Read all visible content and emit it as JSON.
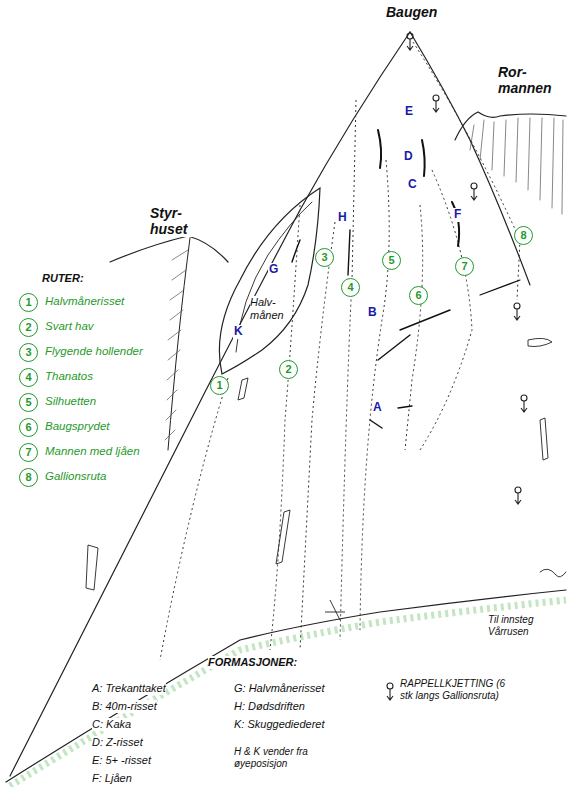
{
  "diagram": {
    "nodes": [
      {
        "text": [
          "8"
        ]
      },
      {
        "text": [
          "3"
        ]
      },
      {
        "text": [
          "5"
        ]
      },
      {
        "text": [
          "7"
        ]
      },
      {
        "text": [
          "4"
        ]
      },
      {
        "text": [
          "6"
        ]
      },
      {
        "text": [
          "2"
        ]
      },
      {
        "text": [
          "1"
        ]
      },
      {
        "text": [
          "1",
          "Halvmånerisset"
        ]
      },
      {
        "text": [
          "2",
          "Svart hav"
        ]
      },
      {
        "text": [
          "3",
          "Flygende hollender"
        ]
      },
      {
        "text": [
          "4",
          "Thanatos"
        ]
      },
      {
        "text": [
          "5",
          "Silhuetten"
        ]
      },
      {
        "text": [
          "6",
          "Baugsprydet"
        ]
      },
      {
        "text": [
          "7",
          "Mannen med ljåen"
        ]
      },
      {
        "text": [
          "8",
          "Gallionsruta"
        ]
      }
    ],
    "labels": [
      "Baugen",
      "Ror- mannen",
      "Styr- huset",
      "E",
      "D",
      "C",
      "F",
      "H",
      "G",
      "RUTER:",
      "Halv- månen",
      "B",
      "K",
      "A",
      "Til innsteg Vårrusen",
      "FORMASJONER:",
      "A: Trekanttaket",
      "B: 40m-risset",
      "C: Kaka",
      "D: Z-risset",
      "E: 5+ -risset",
      "F: Ljåen",
      "G: Halvmånerisset",
      "H: Dødsdriften",
      "K: Skuggediederet",
      "H & K vender fra øyeposisjon",
      "RAPPELLKJETTING (6 stk langs Gallionsruta)"
    ]
  }
}
